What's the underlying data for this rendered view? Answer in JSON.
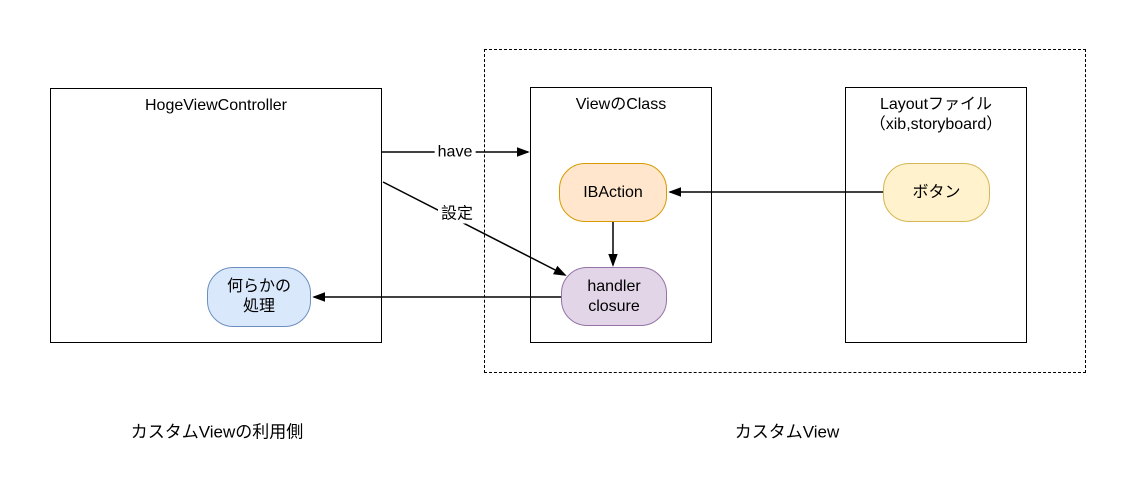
{
  "diagram": {
    "containers": {
      "hoge_view_controller": {
        "title": "HogeViewController"
      },
      "view_class": {
        "title": "ViewのClass"
      },
      "layout_file": {
        "title": "Layoutファイル\n（xib,storyboard）"
      }
    },
    "nodes": {
      "ibaction": {
        "label": "IBAction",
        "fill": "#FFE6CC",
        "stroke": "#D79B00"
      },
      "handler_closure": {
        "label": "handler\nclosure",
        "fill": "#E1D5E7",
        "stroke": "#9673A6"
      },
      "button": {
        "label": "ボタン",
        "fill": "#FFF2CC",
        "stroke": "#D6B656"
      },
      "some_processing": {
        "label": "何らかの\n処理",
        "fill": "#DAE8FC",
        "stroke": "#6C8EBF"
      }
    },
    "edges": [
      {
        "id": "have",
        "label": "have",
        "from": "hoge_view_controller",
        "to": "view_class"
      },
      {
        "id": "configure",
        "label": "設定",
        "from": "hoge_view_controller",
        "to": "handler_closure"
      },
      {
        "id": "ibaction_to_handler",
        "label": "",
        "from": "ibaction",
        "to": "handler_closure"
      },
      {
        "id": "button_to_ibaction",
        "label": "",
        "from": "button",
        "to": "ibaction"
      },
      {
        "id": "handler_to_processing",
        "label": "",
        "from": "handler_closure",
        "to": "some_processing"
      }
    ],
    "captions": {
      "left": "カスタムViewの利用側",
      "right": "カスタムView"
    },
    "colors": {
      "line": "#000000",
      "background": "#FFFFFF"
    }
  }
}
